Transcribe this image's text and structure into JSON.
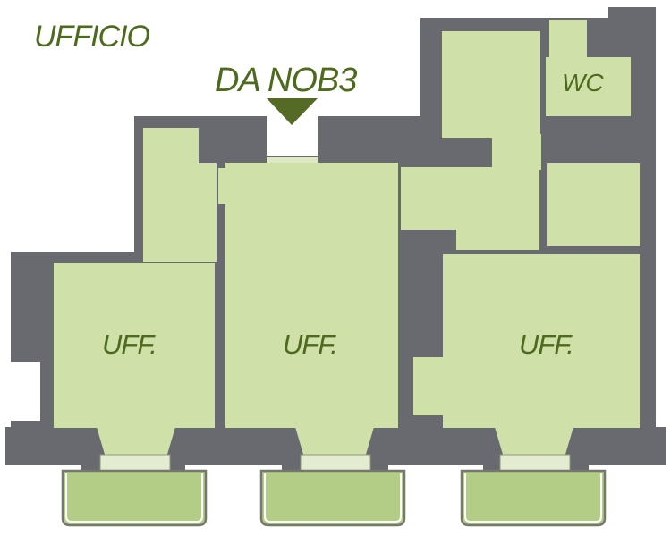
{
  "plan": {
    "title": "UFFICIO",
    "entrance_label": "DA NOB3",
    "rooms": [
      {
        "id": "left",
        "label": "UFF."
      },
      {
        "id": "center",
        "label": "UFF."
      },
      {
        "id": "right",
        "label": "UFF."
      },
      {
        "id": "wc",
        "label": "WC"
      }
    ],
    "balconies": 3,
    "colors": {
      "wall": "#696970",
      "room": "#cfe0a8",
      "balcony": "#b3cc86",
      "label": "#4e6a1e",
      "arrow": "#556b25"
    },
    "icons": {
      "entrance": "arrow-down-icon"
    }
  }
}
